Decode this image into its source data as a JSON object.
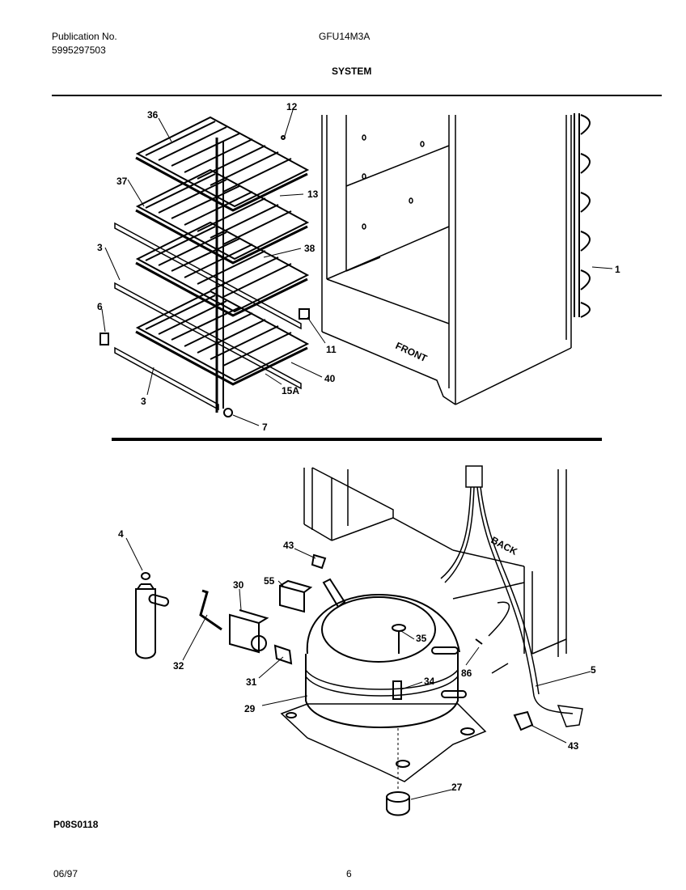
{
  "header": {
    "publication_label": "Publication No.",
    "publication_number": "5995297503",
    "model": "GFU14M3A",
    "section": "SYSTEM"
  },
  "footer": {
    "figure_code": "P08S0118",
    "date": "06/97",
    "page": "6"
  },
  "upper_view": {
    "cabinet_label": "FRONT",
    "callouts": [
      "36",
      "12",
      "37",
      "13",
      "3",
      "38",
      "1",
      "6",
      "11",
      "40",
      "15A",
      "3",
      "7"
    ]
  },
  "lower_view": {
    "cabinet_label": "BACK",
    "callouts": [
      "4",
      "43",
      "55",
      "30",
      "35",
      "32",
      "31",
      "86",
      "5",
      "34",
      "29",
      "43",
      "27"
    ]
  },
  "colors": {
    "ink": "#000000",
    "paper": "#ffffff"
  }
}
